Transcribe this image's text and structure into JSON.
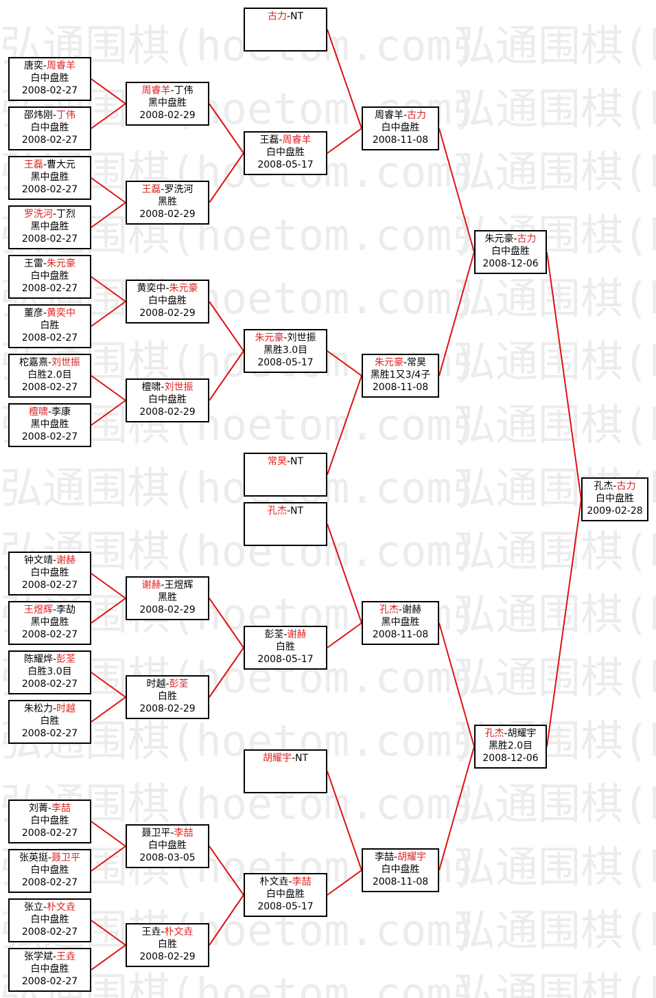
{
  "watermark": "弘通围棋(hoetom.com)",
  "matches": [
    {
      "id": "r1_1",
      "p1": "唐奕",
      "p2": "周睿羊",
      "winner": 2,
      "result": "白中盘胜",
      "date": "2008-02-27"
    },
    {
      "id": "r1_2",
      "p1": "邵炜刚",
      "p2": "丁伟",
      "winner": 2,
      "result": "白中盘胜",
      "date": "2008-02-27"
    },
    {
      "id": "r1_3",
      "p1": "王磊",
      "p2": "曹大元",
      "winner": 1,
      "result": "黑中盘胜",
      "date": "2008-02-27"
    },
    {
      "id": "r1_4",
      "p1": "罗洗河",
      "p2": "丁烈",
      "winner": 1,
      "result": "黑中盘胜",
      "date": "2008-02-27"
    },
    {
      "id": "r1_5",
      "p1": "王雷",
      "p2": "朱元豪",
      "winner": 2,
      "result": "白中盘胜",
      "date": "2008-02-27"
    },
    {
      "id": "r1_6",
      "p1": "董彦",
      "p2": "黄奕中",
      "winner": 2,
      "result": "白胜",
      "date": "2008-02-27"
    },
    {
      "id": "r1_7",
      "p1": "柁嘉熹",
      "p2": "刘世振",
      "winner": 2,
      "result": "白胜2.0目",
      "date": "2008-02-27"
    },
    {
      "id": "r1_8",
      "p1": "檀啸",
      "p2": "李康",
      "winner": 1,
      "result": "黑中盘胜",
      "date": "2008-02-27"
    },
    {
      "id": "r1_9",
      "p1": "钟文靖",
      "p2": "谢赫",
      "winner": 2,
      "result": "白中盘胜",
      "date": "2008-02-27"
    },
    {
      "id": "r1_10",
      "p1": "王煜辉",
      "p2": "李劼",
      "winner": 1,
      "result": "黑中盘胜",
      "date": "2008-02-27"
    },
    {
      "id": "r1_11",
      "p1": "陈耀烨",
      "p2": "彭荃",
      "winner": 2,
      "result": "白胜3.0目",
      "date": "2008-02-27"
    },
    {
      "id": "r1_12",
      "p1": "朱松力",
      "p2": "时越",
      "winner": 2,
      "result": "白胜",
      "date": "2008-02-27"
    },
    {
      "id": "r1_13",
      "p1": "刘菁",
      "p2": "李喆",
      "winner": 2,
      "result": "白中盘胜",
      "date": "2008-02-27"
    },
    {
      "id": "r1_14",
      "p1": "张英挺",
      "p2": "聂卫平",
      "winner": 2,
      "result": "白中盘胜",
      "date": "2008-02-27"
    },
    {
      "id": "r1_15",
      "p1": "张立",
      "p2": "朴文垚",
      "winner": 2,
      "result": "白中盘胜",
      "date": "2008-02-27"
    },
    {
      "id": "r1_16",
      "p1": "张学斌",
      "p2": "王垚",
      "winner": 2,
      "result": "白中盘胜",
      "date": "2008-02-27"
    },
    {
      "id": "r2_1",
      "p1": "周睿羊",
      "p2": "丁伟",
      "winner": 1,
      "result": "黑中盘胜",
      "date": "2008-02-29"
    },
    {
      "id": "r2_2",
      "p1": "王磊",
      "p2": "罗洗河",
      "winner": 1,
      "result": "黑胜",
      "date": "2008-02-29"
    },
    {
      "id": "r2_3",
      "p1": "黄奕中",
      "p2": "朱元豪",
      "winner": 2,
      "result": "白中盘胜",
      "date": "2008-02-29"
    },
    {
      "id": "r2_4",
      "p1": "檀啸",
      "p2": "刘世振",
      "winner": 2,
      "result": "白中盘胜",
      "date": "2008-02-29"
    },
    {
      "id": "r2_5",
      "p1": "谢赫",
      "p2": "王煜辉",
      "winner": 1,
      "result": "黑胜",
      "date": "2008-02-29"
    },
    {
      "id": "r2_6",
      "p1": "时越",
      "p2": "彭荃",
      "winner": 2,
      "result": "白胜",
      "date": "2008-02-29"
    },
    {
      "id": "r2_7",
      "p1": "聂卫平",
      "p2": "李喆",
      "winner": 2,
      "result": "白中盘胜",
      "date": "2008-03-05"
    },
    {
      "id": "r2_8",
      "p1": "王垚",
      "p2": "朴文垚",
      "winner": 2,
      "result": "白胜",
      "date": "2008-02-29"
    },
    {
      "id": "r3_1",
      "p1": "古力",
      "p2": "NT",
      "winner": 1,
      "result": "",
      "date": ""
    },
    {
      "id": "r3_2",
      "p1": "王磊",
      "p2": "周睿羊",
      "winner": 2,
      "result": "白中盘胜",
      "date": "2008-05-17"
    },
    {
      "id": "r3_3",
      "p1": "朱元豪",
      "p2": "刘世振",
      "winner": 1,
      "result": "黑胜3.0目",
      "date": "2008-05-17"
    },
    {
      "id": "r3_4",
      "p1": "常昊",
      "p2": "NT",
      "winner": 1,
      "result": "",
      "date": ""
    },
    {
      "id": "r3_5",
      "p1": "孔杰",
      "p2": "NT",
      "winner": 1,
      "result": "",
      "date": ""
    },
    {
      "id": "r3_6",
      "p1": "彭荃",
      "p2": "谢赫",
      "winner": 2,
      "result": "白胜",
      "date": "2008-05-17"
    },
    {
      "id": "r3_7",
      "p1": "胡耀宇",
      "p2": "NT",
      "winner": 1,
      "result": "",
      "date": ""
    },
    {
      "id": "r3_8",
      "p1": "朴文垚",
      "p2": "李喆",
      "winner": 2,
      "result": "白中盘胜",
      "date": "2008-05-17"
    },
    {
      "id": "r4_1",
      "p1": "周睿羊",
      "p2": "古力",
      "winner": 2,
      "result": "白中盘胜",
      "date": "2008-11-08"
    },
    {
      "id": "r4_2",
      "p1": "朱元豪",
      "p2": "常昊",
      "winner": 1,
      "result": "黑胜1又3/4子",
      "date": "2008-11-08"
    },
    {
      "id": "r4_3",
      "p1": "孔杰",
      "p2": "谢赫",
      "winner": 1,
      "result": "黑中盘胜",
      "date": "2008-11-08"
    },
    {
      "id": "r4_4",
      "p1": "李喆",
      "p2": "胡耀宇",
      "winner": 2,
      "result": "白中盘胜",
      "date": "2008-11-08"
    },
    {
      "id": "r5_1",
      "p1": "朱元豪",
      "p2": "古力",
      "winner": 2,
      "result": "白中盘胜",
      "date": "2008-12-06"
    },
    {
      "id": "r5_2",
      "p1": "孔杰",
      "p2": "胡耀宇",
      "winner": 1,
      "result": "黑胜2.0目",
      "date": "2008-12-06"
    },
    {
      "id": "final",
      "p1": "孔杰",
      "p2": "古力",
      "winner": 2,
      "result": "白中盘胜",
      "date": "2009-02-28"
    }
  ],
  "bracket": {
    "r1_1": "r2_1",
    "r1_2": "r2_1",
    "r1_3": "r2_2",
    "r1_4": "r2_2",
    "r1_5": "r2_3",
    "r1_6": "r2_3",
    "r1_7": "r2_4",
    "r1_8": "r2_4",
    "r1_9": "r2_5",
    "r1_10": "r2_5",
    "r1_11": "r2_6",
    "r1_12": "r2_6",
    "r1_13": "r2_7",
    "r1_14": "r2_7",
    "r1_15": "r2_8",
    "r1_16": "r2_8",
    "r2_1": "r3_2",
    "r2_2": "r3_2",
    "r2_3": "r3_3",
    "r2_4": "r3_3",
    "r2_5": "r3_6",
    "r2_6": "r3_6",
    "r2_7": "r3_8",
    "r2_8": "r3_8",
    "r3_1": "r4_1",
    "r3_2": "r4_1",
    "r3_3": "r4_2",
    "r3_4": "r4_2",
    "r3_5": "r4_3",
    "r3_6": "r4_3",
    "r3_7": "r4_4",
    "r3_8": "r4_4",
    "r4_1": "r5_1",
    "r4_2": "r5_1",
    "r4_3": "r5_2",
    "r4_4": "r5_2",
    "r5_1": "final",
    "r5_2": "final"
  }
}
